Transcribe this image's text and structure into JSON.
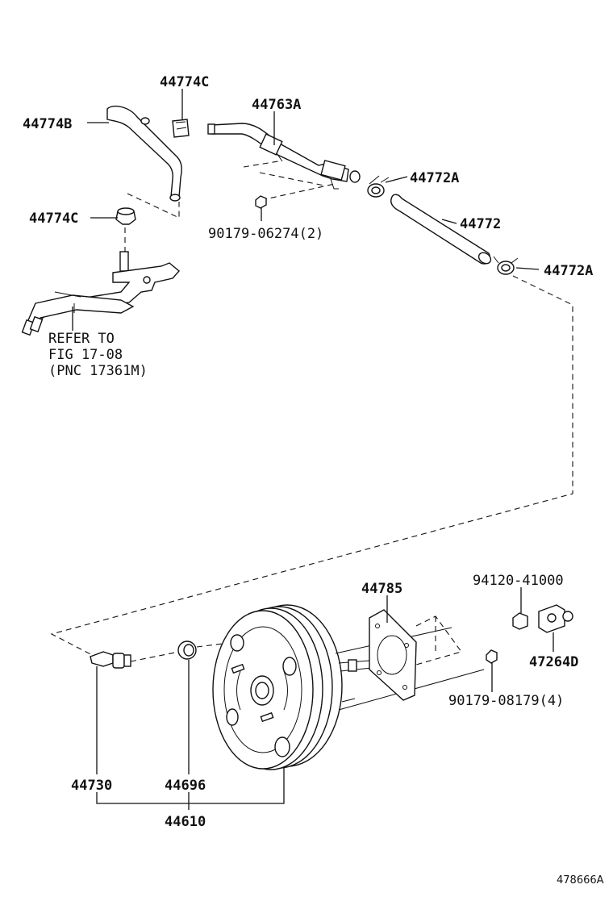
{
  "labels": {
    "p44774C_top": "44774C",
    "p44774B": "44774B",
    "p44774C_left": "44774C",
    "p44763A": "44763A",
    "p44772A_top": "44772A",
    "p44772": "44772",
    "p44772A_right": "44772A",
    "p90179_06274": "90179-06274(2)",
    "refer_line1": "REFER TO",
    "refer_line2": "FIG 17-08",
    "refer_line3": "(PNC 17361M)",
    "p44785": "44785",
    "p94120": "94120-41000",
    "p47264D": "47264D",
    "p90179_08179": "90179-08179(4)",
    "p44730": "44730",
    "p44696": "44696",
    "p44610": "44610",
    "figure_id": "478666A"
  }
}
